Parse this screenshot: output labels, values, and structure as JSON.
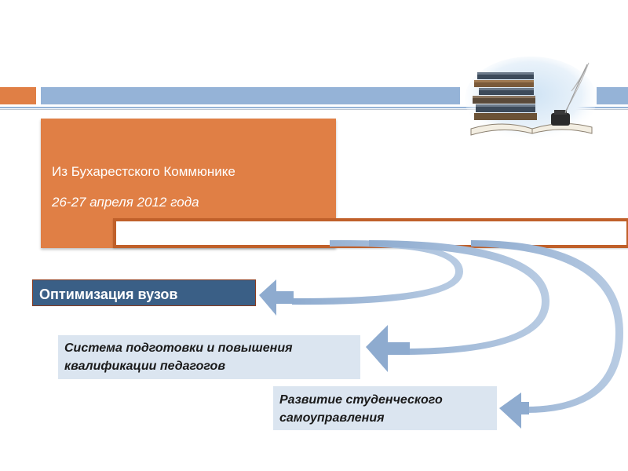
{
  "title_card": {
    "line1": "Из Бухарестского Коммюнике",
    "line2": "26-27 апреля 2012 года"
  },
  "boxes": {
    "optimization": "Оптимизация вузов",
    "teacher_training": {
      "line1": "Система подготовки и повышения",
      "line2": "квалификации педагогов"
    },
    "student_government": {
      "line1": "Развитие студенческого",
      "line2": "самоуправления"
    }
  },
  "colors": {
    "accent_orange": "#e07f45",
    "accent_blue": "#95b3d7",
    "dark_box": "#3a5f86",
    "light_box": "#dbe5f0",
    "outline_orange": "#c0602a"
  },
  "illustration": {
    "icon": "books-with-quill-icon"
  }
}
